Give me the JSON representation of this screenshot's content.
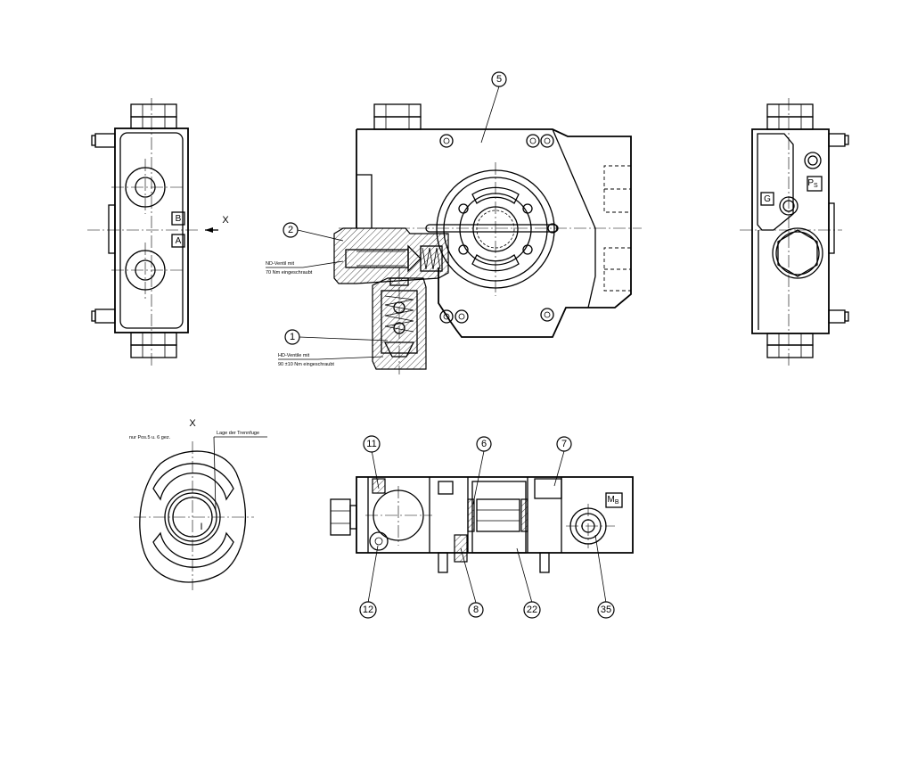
{
  "view_labels": {
    "x_top": "X",
    "x_detail": "X",
    "roman_one": "I"
  },
  "port_labels": {
    "b": "B",
    "a": "A",
    "g": "G",
    "ps_main": "P",
    "ps_sub": "S",
    "mb_main": "M",
    "mb_sub": "B"
  },
  "notes": {
    "nd_line1": "ND-Ventil mit",
    "nd_line2": "70 Nm eingeschraubt",
    "hd_line1": "HD-Ventile mit",
    "hd_line2": "90 ±10 Nm eingeschraubt",
    "detail_note": "nur Pos.5 u. 6 gez.",
    "trennfuge": "Lage der Trennfuge"
  },
  "callouts": {
    "c5": "5",
    "c2": "2",
    "c1": "1",
    "c11": "11",
    "c6": "6",
    "c7": "7",
    "c12": "12",
    "c8": "8",
    "c22": "22",
    "c35": "35"
  }
}
